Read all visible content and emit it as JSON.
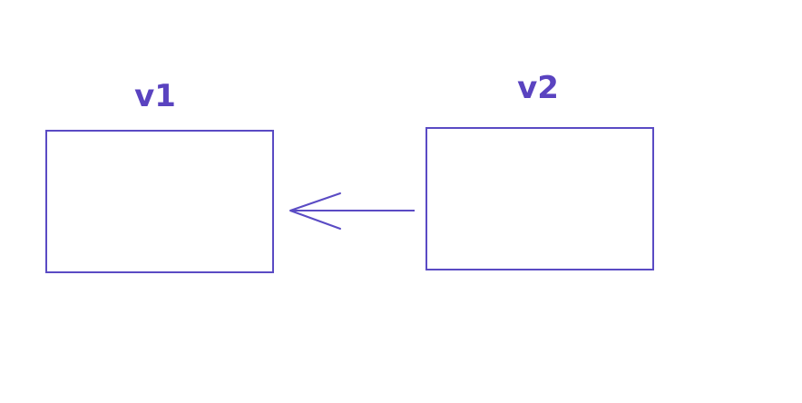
{
  "diagram": {
    "nodes": [
      {
        "id": "v1",
        "label": "v1"
      },
      {
        "id": "v2",
        "label": "v2"
      }
    ],
    "edges": [
      {
        "from": "v2",
        "to": "v1",
        "style": "arrow"
      }
    ]
  },
  "colors": {
    "stroke": "#5a4bc4",
    "label": "#5a43c0",
    "background": "#ffffff"
  }
}
